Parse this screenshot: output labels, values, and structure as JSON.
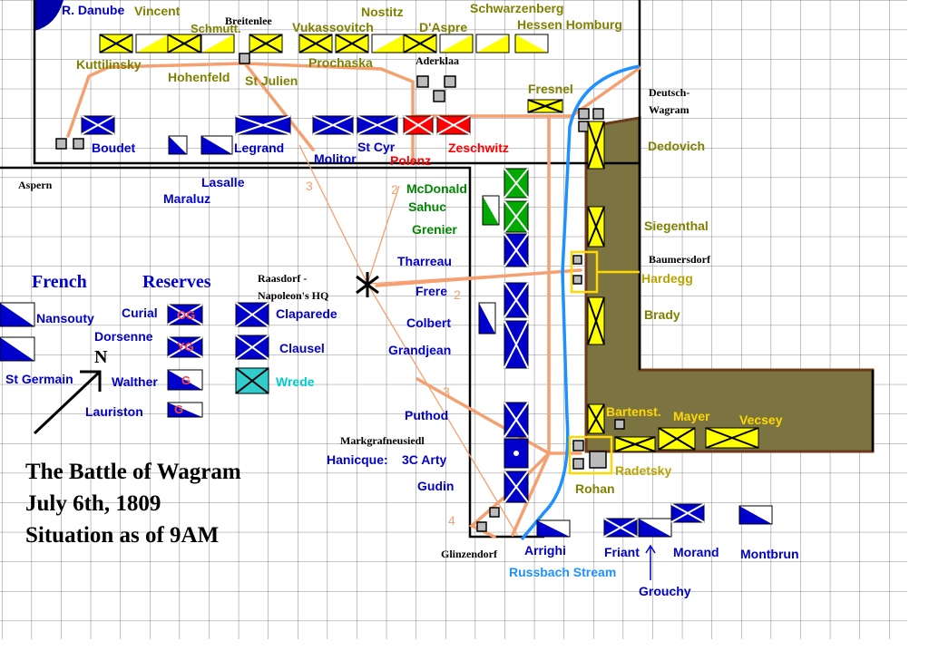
{
  "title": {
    "line1": "The Battle of Wagram",
    "line2": "July 6th, 1809",
    "line3": "Situation as of 9AM"
  },
  "towns": {
    "danube": "R. Danube",
    "breitenlee": "Breitenlee",
    "aderklaa": "Aderklaa",
    "deutsch_wagram_1": "Deutsch-",
    "deutsch_wagram_2": "Wagram",
    "aspern": "Aspern",
    "raasdorf_1": "Raasdorf -",
    "raasdorf_2": "Napoleon's HQ",
    "baumersdorf": "Baumersdorf",
    "markgrafneusiedl": "Markgrafneusiedl",
    "glinzendorf": "Glinzendorf",
    "stream": "Russbach Stream"
  },
  "austrian": {
    "vincent": "Vincent",
    "schmutt": "Schmutt.",
    "vukassovitch": "Vukassovitch",
    "nostitz": "Nostitz",
    "daspre": "D'Aspre",
    "schwarzenberg": "Schwarzenberg",
    "hessen": "Hessen Homburg",
    "kuttilinsky": "Kuttilinsky",
    "hohenfeld": "Hohenfeld",
    "stjulien": "St Julien",
    "prochaska": "Prochaska",
    "fresnel": "Fresnel",
    "dedovich": "Dedovich",
    "siegenthal": "Siegenthal",
    "brady": "Brady",
    "rohan": "Rohan"
  },
  "austrian_yellow": {
    "hardegg": "Hardegg",
    "bartenst": "Bartenst.",
    "mayer": "Mayer",
    "vecsey": "Vecsey",
    "radetsky": "Radetsky"
  },
  "french": {
    "boudet": "Boudet",
    "legrand": "Legrand",
    "molitor": "Molitor",
    "stcyr": "St Cyr",
    "lasalle": "Lasalle",
    "maraluz": "Maraluz",
    "tharreau": "Tharreau",
    "frere": "Frere",
    "colbert": "Colbert",
    "grandjean": "Grandjean",
    "puthod": "Puthod",
    "hanicque": "Hanicque:",
    "arty": "3C Arty",
    "gudin": "Gudin",
    "arrighi": "Arrighi",
    "friant": "Friant",
    "morand": "Morand",
    "montbrun": "Montbrun",
    "grouchy": "Grouchy",
    "nansouty": "Nansouty",
    "curial": "Curial",
    "dorsenne": "Dorsenne",
    "stgermain": "St Germain",
    "walther": "Walther",
    "lauriston": "Lauriston",
    "claparede": "Claparede",
    "clausel": "Clausel"
  },
  "reserves": {
    "french": "French",
    "reserves": "Reserves",
    "compass": "N"
  },
  "allies": {
    "wrede": "Wrede",
    "zeschwitz": "Zeschwitz",
    "polenz": "Polenz"
  },
  "italy": {
    "mcdonald": "McDonald",
    "sahuc": "Sahuc",
    "grenier": "Grenier"
  },
  "guard_badges": {
    "og": "OG",
    "yg": "YG",
    "g1": "G",
    "g2": "G"
  },
  "corps_numbers": [
    "3",
    "2",
    "2",
    "3",
    "4"
  ],
  "colors": {
    "french": "#0000cc",
    "austrian": "#808000",
    "austrian_unit": "#ffff00",
    "saxon": "#ff0000",
    "italy": "#00aa00",
    "bavarian": "#33cccc",
    "stream": "#1e90ff",
    "roads": "#f4a070",
    "heights": "#7b7340",
    "grid": "#555555"
  }
}
